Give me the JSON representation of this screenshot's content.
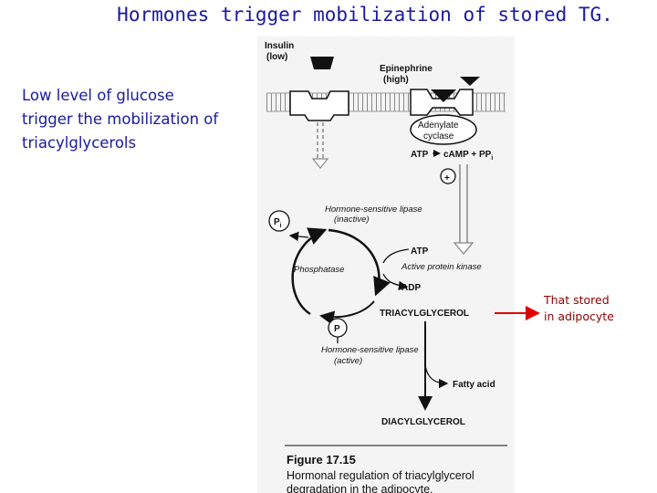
{
  "slide": {
    "title": "Hormones trigger mobilization of stored TG.",
    "side_text": [
      "Low level of glucose",
      "trigger the mobilization of",
      "triacylglycerols"
    ],
    "note": [
      "That stored",
      "in adipocyte"
    ]
  },
  "figure": {
    "insulin": [
      "Insulin",
      "(low)"
    ],
    "epinephrine": [
      "Epinephrine",
      "(high)"
    ],
    "adenylate_cyclase": [
      "Adenylate",
      "cyclase"
    ],
    "atp_top": "ATP",
    "camp": "cAMP + PP",
    "camp_sub": "i",
    "plus": "+",
    "hsl_inactive": [
      "Hormone-sensitive lipase",
      "(inactive)"
    ],
    "pi": "P",
    "pi_sub": "i",
    "phosphatase": "Phosphatase",
    "atp": "ATP",
    "kinase": "Active protein kinase",
    "adp": "ADP",
    "tag": "TRIACYLGLYCEROL",
    "p": "P",
    "hsl_active": [
      "Hormone-sensitive lipase",
      "(active)"
    ],
    "fatty_acid": "Fatty acid",
    "dag": "DIACYLGLYCEROL",
    "fig_number": "Figure 17.15",
    "caption": [
      "Hormonal regulation of triacylglycerol",
      "degradation in the adipocyte."
    ]
  },
  "colors": {
    "title_text": "#1a1aa0",
    "note_text": "#8b0000",
    "note_arrow": "#e00000"
  }
}
